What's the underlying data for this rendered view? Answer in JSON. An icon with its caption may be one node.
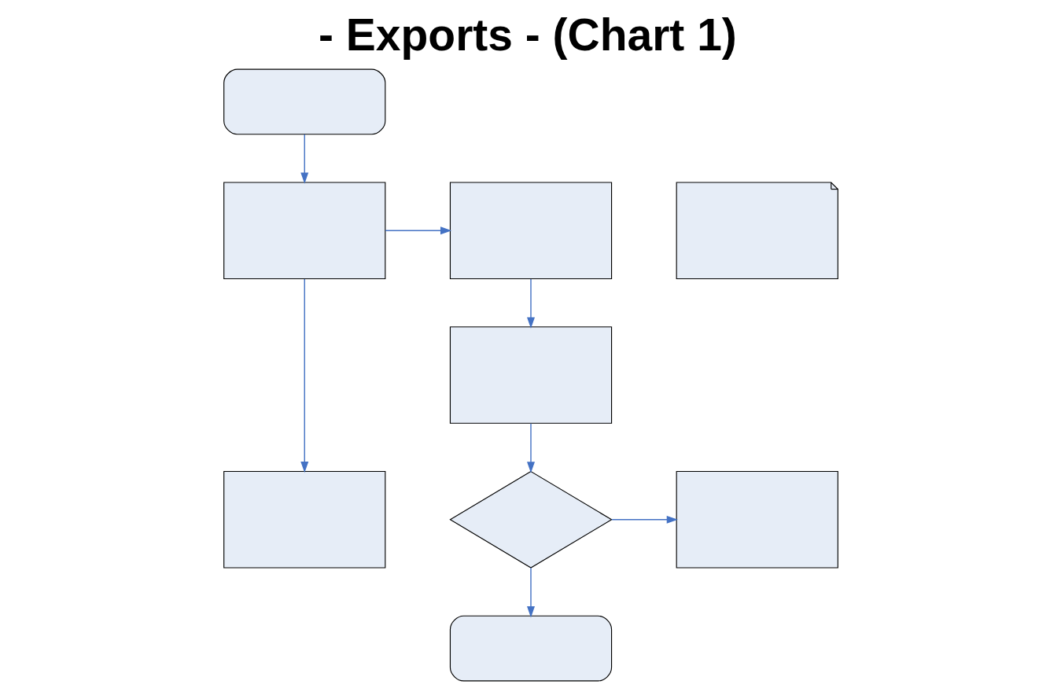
{
  "diagram": {
    "title": "- Exports - (Chart 1)",
    "nodes": [
      {
        "text": [],
        "shape": "pill"
      },
      {
        "text": [],
        "shape": "box"
      },
      {
        "text": [],
        "shape": "document"
      },
      {
        "text": [],
        "shape": "box"
      },
      {
        "text": [],
        "shape": "box"
      },
      {
        "text": [],
        "shape": "diamond"
      },
      {
        "text": [],
        "shape": "box"
      },
      {
        "text": [],
        "shape": "box"
      },
      {
        "text": [],
        "shape": "pill"
      }
    ],
    "edges": [
      {
        "from": 0,
        "to": 1,
        "arrow": "to"
      },
      {
        "from": 1,
        "to": 3,
        "arrow": "to"
      },
      {
        "from": 3,
        "to": 4,
        "arrow": "to"
      },
      {
        "from": 4,
        "to": 5,
        "arrow": "to"
      },
      {
        "from": 5,
        "to": 7,
        "arrow": "to"
      },
      {
        "from": 1,
        "to": 6,
        "arrow": "to"
      },
      {
        "from": 5,
        "to": 8,
        "arrow": "to"
      }
    ]
  }
}
